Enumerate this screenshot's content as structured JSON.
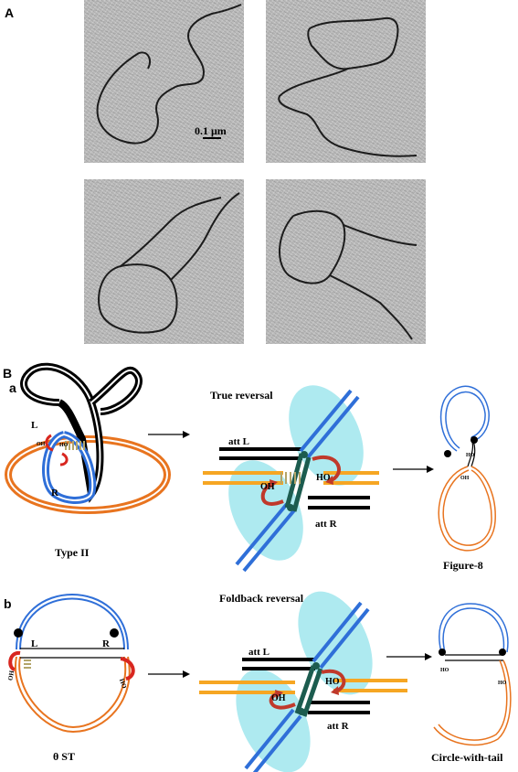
{
  "panels": {
    "A": "A",
    "B": "B",
    "a": "a",
    "b": "b"
  },
  "scale_bar": "0.1 μm",
  "row_a": {
    "title": "True reversal",
    "left_caption": "Type II",
    "right_caption": "Figure-8",
    "L": "L",
    "R": "R",
    "OH": "OH",
    "HO": "HO",
    "attL": "att L",
    "attR": "att R"
  },
  "row_b": {
    "title": "Foldback reversal",
    "left_caption": "θ ST",
    "right_caption": "Circle-with-tail",
    "L": "L",
    "R": "R",
    "OH": "OH",
    "HO": "HO",
    "attL": "att L",
    "attR": "att R"
  },
  "colors": {
    "orange": "#e8741f",
    "blue": "#2f6fd8",
    "cyan": "#aeeaf0",
    "red": "#d8261f",
    "olive": "#b3a56a"
  }
}
